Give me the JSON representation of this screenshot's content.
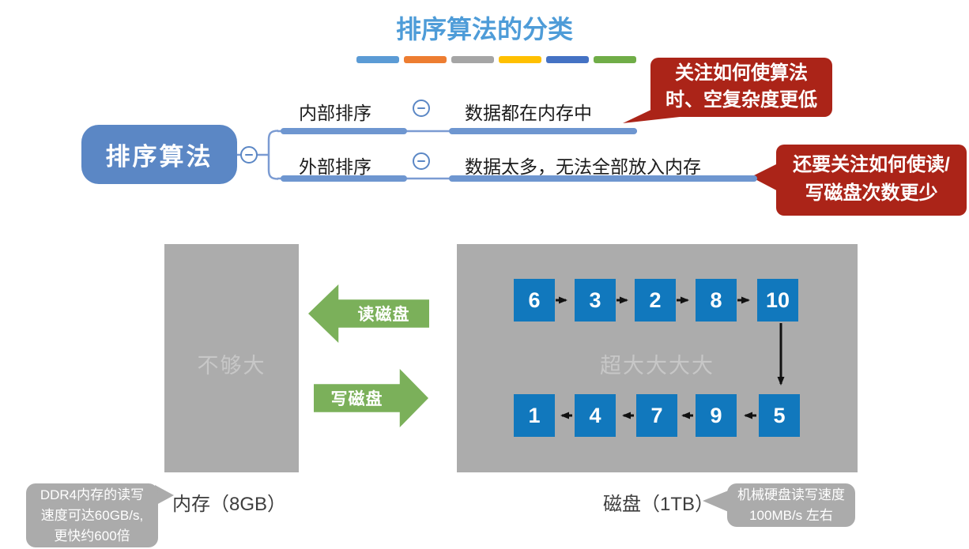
{
  "title": "排序算法的分类",
  "accent_dashes": [
    "#5B9BD5",
    "#ED7D31",
    "#A5A5A5",
    "#FFC000",
    "#4472C4",
    "#70AD47"
  ],
  "mindmap": {
    "root": "排序算法",
    "branches": [
      {
        "label": "内部排序",
        "desc": "数据都在内存中"
      },
      {
        "label": "外部排序",
        "desc": "数据太多，无法全部放入内存"
      }
    ]
  },
  "callouts": {
    "internal": {
      "lines": [
        "关注如何使算法",
        "时、空复杂度更低"
      ]
    },
    "external": {
      "lines": [
        "还要关注如何使读/",
        "写磁盘次数更少"
      ]
    }
  },
  "memory": {
    "inner_label": "不够大",
    "caption": "内存（8GB）",
    "note_lines": [
      "DDR4内存的读写",
      "速度可达60GB/s,",
      "更快约600倍"
    ]
  },
  "disk": {
    "inner_label": "超大大大大",
    "caption": "磁盘（1TB）",
    "note_lines": [
      "机械硬盘读写速度",
      "100MB/s 左右"
    ],
    "top_row": [
      "6",
      "3",
      "2",
      "8",
      "10"
    ],
    "bottom_row": [
      "1",
      "4",
      "7",
      "9",
      "5"
    ]
  },
  "transfer": {
    "read_label": "读磁盘",
    "write_label": "写磁盘"
  },
  "colors": {
    "title_blue": "#4E9CD8",
    "node_blue": "#5B87C5",
    "line_blue": "#6E96D0",
    "box_blue": "#1178BD",
    "callout_red": "#AB2418",
    "arrow_green": "#7BB05A",
    "block_gray": "#ACACAC",
    "note_gray": "#ABABAB"
  }
}
